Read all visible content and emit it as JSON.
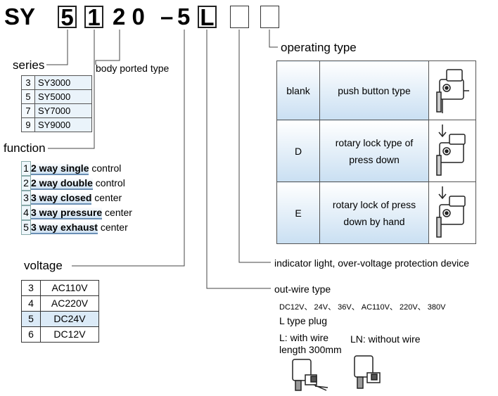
{
  "model_code": {
    "prefix": "SY",
    "series_digit": "5",
    "function_digit": "1",
    "body_digits": "2 0",
    "voltage_sep": "–",
    "voltage_digit": "5",
    "wire_letter": "L"
  },
  "labels": {
    "series": "series",
    "body_ported": "body ported type",
    "function": "function",
    "voltage": "voltage",
    "operating_type": "operating type",
    "indicator": "indicator light, over-voltage protection device",
    "out_wire": "out-wire type"
  },
  "series_table": [
    {
      "num": "3",
      "name": "SY3000"
    },
    {
      "num": "5",
      "name": "SY5000"
    },
    {
      "num": "7",
      "name": "SY7000"
    },
    {
      "num": "9",
      "name": "SY9000"
    }
  ],
  "function_list": [
    {
      "num": "1",
      "bold": "2 way single",
      "rest": " control"
    },
    {
      "num": "2",
      "bold": "2 way double",
      "rest": " control"
    },
    {
      "num": "3",
      "bold": "3 way closed",
      "rest": " center"
    },
    {
      "num": "4",
      "bold": "3 way pressure",
      "rest": " center"
    },
    {
      "num": "5",
      "bold": "3 way exhaust",
      "rest": " center"
    }
  ],
  "voltage_table": [
    {
      "num": "3",
      "value": "AC110V"
    },
    {
      "num": "4",
      "value": "AC220V"
    },
    {
      "num": "5",
      "value": "DC24V"
    },
    {
      "num": "6",
      "value": "DC12V"
    }
  ],
  "operating_table": [
    {
      "code": "blank",
      "desc_line1": "push button type",
      "desc_line2": "",
      "icon": "push-button-valve-icon"
    },
    {
      "code": "D",
      "desc_line1": "rotary lock type of",
      "desc_line2": "press down",
      "icon": "rotary-lock-press-down-valve-icon"
    },
    {
      "code": "E",
      "desc_line1": "rotary lock of press",
      "desc_line2": "down by hand",
      "icon": "rotary-lock-by-hand-valve-icon"
    }
  ],
  "out_wire": {
    "voltages": "DC12V、 24V、 36V、 AC110V、 220V、 380V",
    "plug_type": "L type plug",
    "with_wire_line1": "L: with wire",
    "with_wire_line2": "length 300mm",
    "without_wire": "LN: without wire"
  }
}
